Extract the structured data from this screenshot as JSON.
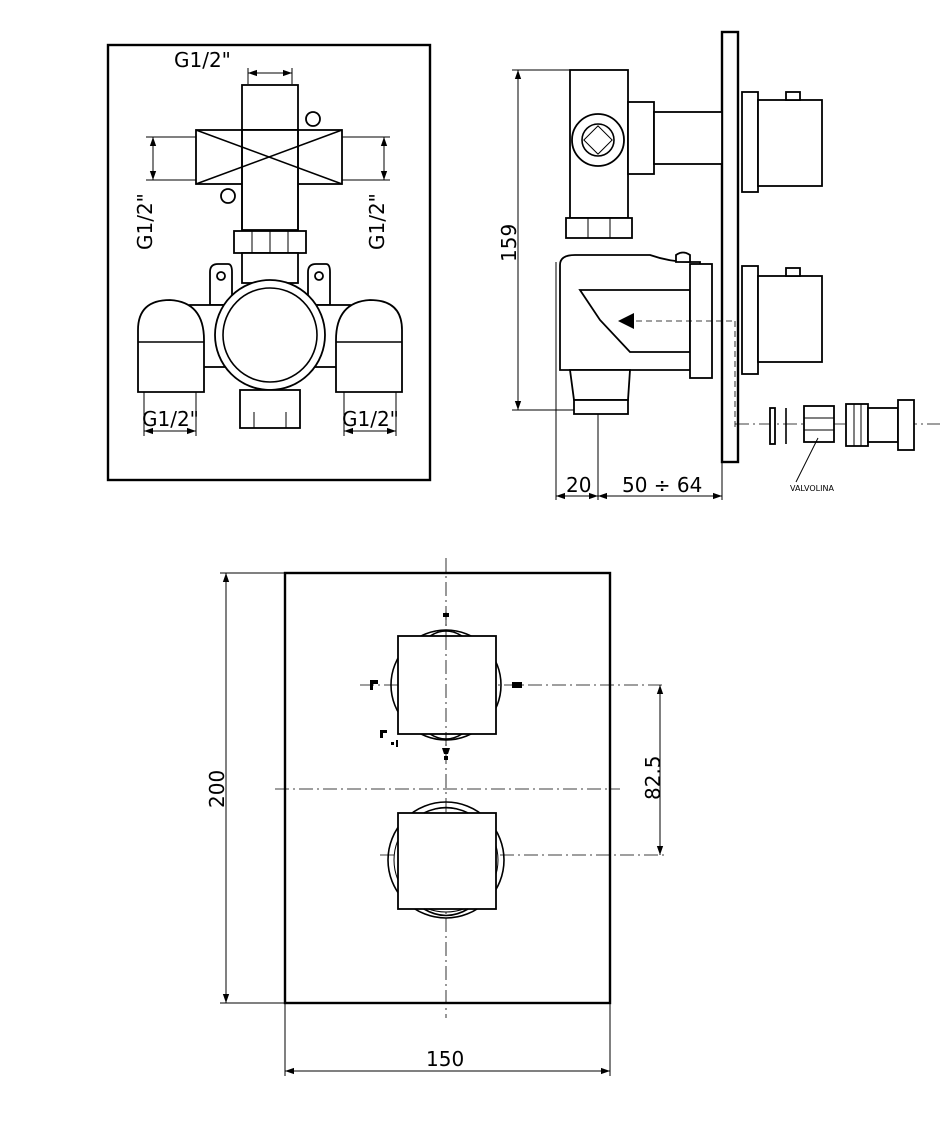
{
  "front_view": {
    "label_top": "G1/2\"",
    "label_left": "G1/2\"",
    "label_right": "G1/2\"",
    "label_bottom_left": "G1/2\"",
    "label_bottom_right": "G1/2\""
  },
  "side_view": {
    "dim_height": "159",
    "dim_depth_a": "20",
    "dim_depth_b": "50 ÷ 64",
    "valve_label": "VALVOLINA"
  },
  "plate_view": {
    "dim_height": "200",
    "dim_width": "150",
    "dim_spacing": "82.5"
  }
}
